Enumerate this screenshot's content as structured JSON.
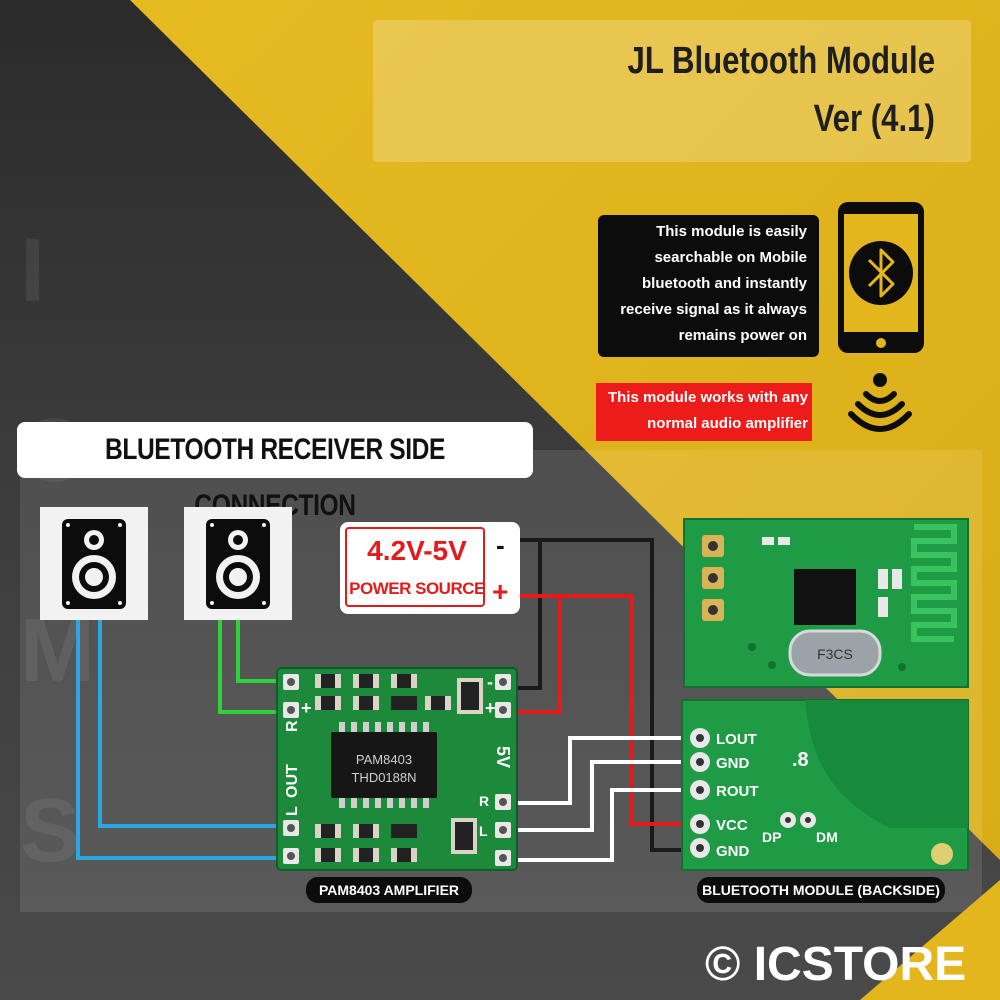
{
  "title": {
    "line1": "JL Bluetooth Module",
    "line2": "Ver (4.1)"
  },
  "info": {
    "line1": "This module is easily",
    "line2": "searchable on Mobile",
    "line3": "bluetooth  and instantly",
    "line4": "receive signal as it always",
    "line5": "remains power on"
  },
  "compat": {
    "line1": "This module works with any",
    "line2": "normal  audio amplifier"
  },
  "section_title": "BLUETOOTH RECEIVER SIDE CONNECTION",
  "power": {
    "voltage": "4.2V-5V",
    "label": "POWER SOURCE",
    "minus": "-",
    "plus": "+"
  },
  "amplifier": {
    "chip_line1": "PAM8403",
    "chip_line2": "THD0188N",
    "r_label": "R",
    "l_label": "L",
    "out_label": "OUT",
    "plus": "+",
    "minus": "-",
    "v5": "5V",
    "caption": "PAM8403 AMPLIFIER"
  },
  "module_front": {
    "crystal": "F3CS"
  },
  "bt_module": {
    "pins": [
      "LOUT",
      "GND",
      "ROUT",
      "VCC",
      "GND"
    ],
    "dp": "DP",
    "dm": "DM",
    "num": ".8",
    "caption": "BLUETOOTH MODULE (BACKSIDE)"
  },
  "copyright": "© ICSTORE",
  "colors": {
    "yellow": "#e2b61c",
    "dark_bg": "#4a4a4a",
    "red": "#e31b1b",
    "pcb_green": "#1c8a3a",
    "wire_blue": "#29a8e0",
    "wire_green": "#2fd13b"
  },
  "icons": [
    "speaker-icon",
    "phone-icon",
    "bluetooth-icon",
    "signal-icon"
  ]
}
